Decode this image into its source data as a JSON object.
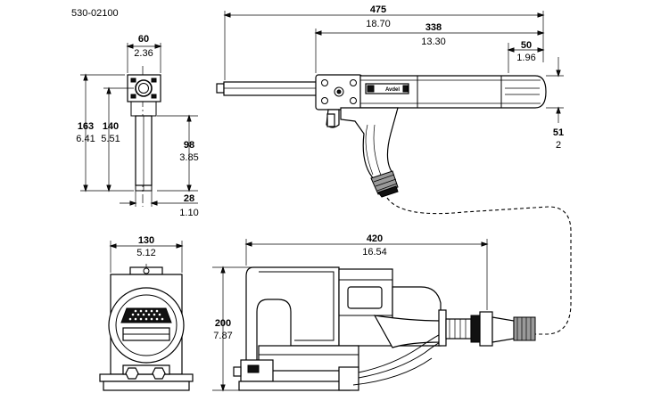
{
  "part_number": "530-02100",
  "logo_text": "Avdel",
  "dimensions": {
    "top_width": {
      "mm": "60",
      "inch": "2.36"
    },
    "overall_height": {
      "mm": "163",
      "inch": "6.41"
    },
    "body_height": {
      "mm": "140",
      "inch": "5.51"
    },
    "handle_height": {
      "mm": "98",
      "inch": "3.85"
    },
    "handle_width": {
      "mm": "28",
      "inch": "1.10"
    },
    "overall_length": {
      "mm": "475",
      "inch": "18.70"
    },
    "body_length": {
      "mm": "338",
      "inch": "13.30"
    },
    "rear_offset": {
      "mm": "50",
      "inch": "1.96"
    },
    "rear_height": {
      "mm": "51",
      "inch": "2"
    },
    "base_width": {
      "mm": "130",
      "inch": "5.12"
    },
    "base_length": {
      "mm": "420",
      "inch": "16.54"
    },
    "base_height": {
      "mm": "200",
      "inch": "7.87"
    }
  }
}
